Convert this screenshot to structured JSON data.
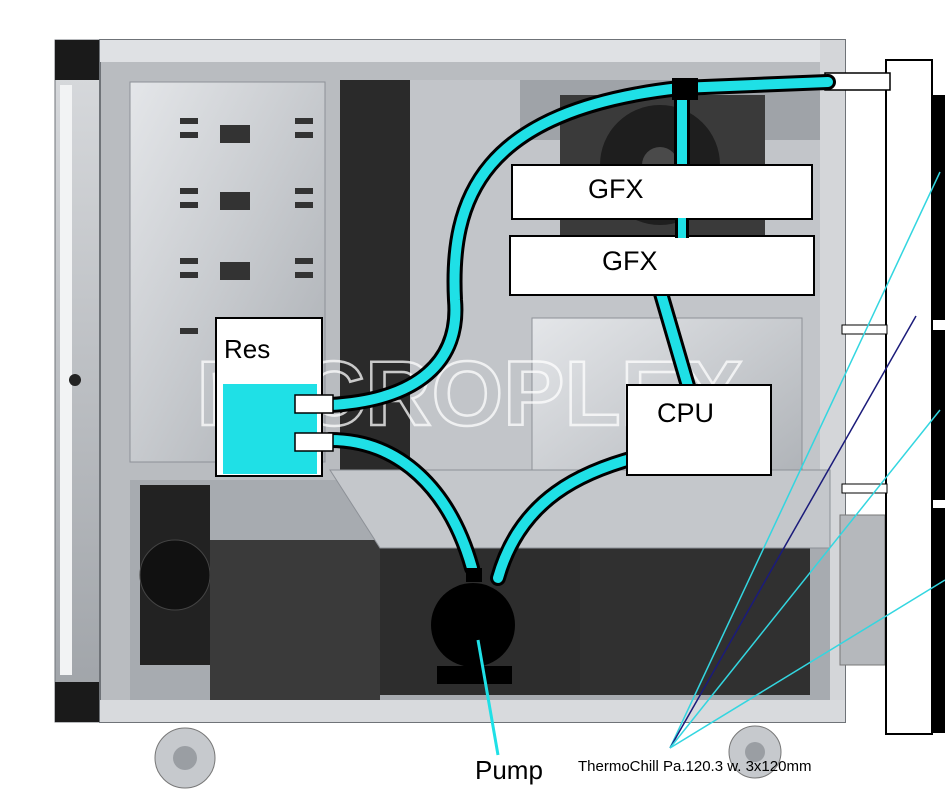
{
  "labels": {
    "res": "Res",
    "gfx_top": "GFX",
    "gfx_bottom": "GFX",
    "cpu": "CPU",
    "pump": "Pump",
    "radiator": "ThermoChill Pa.120.3 w. 3x120mm"
  },
  "watermark": "MICROPLEX",
  "colors": {
    "tubing": "#1fe0e6",
    "chassis": "#c9ccd0",
    "chassis_dark": "#8d9197",
    "panel_black": "#000000",
    "leader_cyan": "#33d6e0",
    "leader_navy": "#1b1b7a"
  }
}
